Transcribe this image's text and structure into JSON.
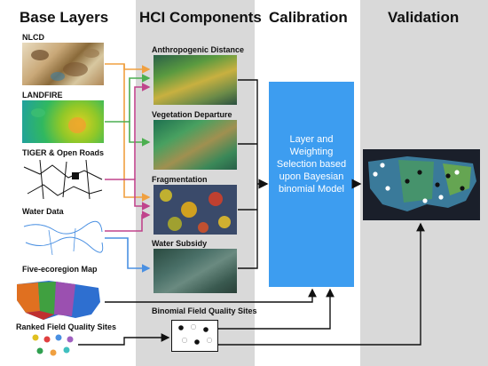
{
  "columns": {
    "base_layers": "Base Layers",
    "hci_components": "HCI Components",
    "calibration": "Calibration",
    "validation": "Validation"
  },
  "base_layers": [
    {
      "label": "NLCD"
    },
    {
      "label": "LANDFIRE"
    },
    {
      "label": "TIGER & Open Roads"
    },
    {
      "label": "Water Data"
    },
    {
      "label": "Five-ecoregion Map"
    },
    {
      "label": "Ranked Field Quality Sites"
    }
  ],
  "hci_components": [
    {
      "label": "Anthropogenic Distance"
    },
    {
      "label": "Vegetation Departure"
    },
    {
      "label": "Fragmentation"
    },
    {
      "label": "Water Subsidy"
    },
    {
      "label": "Binomial Field Quality Sites"
    }
  ],
  "calibration": {
    "text": "Layer and Weighting Selection based upon Bayesian binomial Model"
  },
  "colors": {
    "column_background": "#d9d9d9",
    "calibration_box": "#3d9df0",
    "arrow_orange": "#f0a040",
    "arrow_green": "#4caf50",
    "arrow_magenta": "#c0448c",
    "arrow_blue": "#4a90e2",
    "arrow_black": "#111111"
  }
}
